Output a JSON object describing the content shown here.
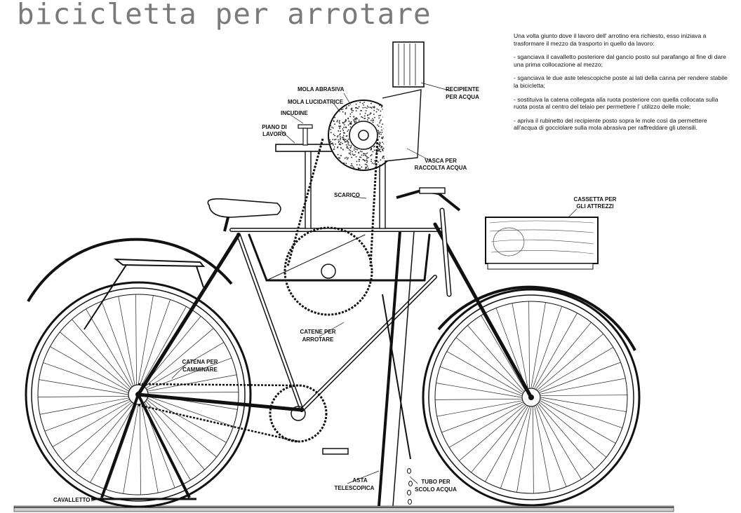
{
  "title": "bicicletta per arrotare",
  "description": {
    "intro": "Una volta giunto dove il lavoro dell' arrotino era richiesto, esso iniziava a trasformare il mezzo da trasporto in quello da lavoro:",
    "steps": [
      "-  sganciava il cavalletto posteriore dal gancio posto sul parafango al fine di dare una prima collocazione al mezzo;",
      "-  sganciava le due aste telescopiche poste ai lati della canna per rendere stabile la bicicletta;",
      "-  sostituiva la catena collegata alla ruota posteriore con quella collocata sulla ruota posta al centro del telaio per permettere l' utilizzo    delle mole;",
      "-  apriva il rubinetto del recipiente posto sopra le mole così da permettere all'acqua di gocciolare sulla mola abrasiva per raffreddare gli utensili."
    ]
  },
  "labels": {
    "mola_abrasiva": "MOLA ABRASIVA",
    "mola_lucidatrice": "MOLA LUCIDATRICE",
    "incudine": "INCUDINE",
    "piano_di_lavoro_1": "PIANO DI",
    "piano_di_lavoro_2": "LAVORO",
    "recipiente_1": "RECIPIENTE",
    "recipiente_2": "PER ACQUA",
    "vasca_1": "VASCA PER",
    "vasca_2": "RACCOLTA ACQUA",
    "scarico": "SCARICO",
    "cassetta_1": "CASSETTA PER",
    "cassetta_2": "GLI ATTREZZI",
    "catene_arrotare_1": "CATENE PER",
    "catene_arrotare_2": "ARROTARE",
    "catena_camminare_1": "CATENA PER",
    "catena_camminare_2": "CAMMINARE",
    "asta_1": "ASTA",
    "asta_2": "TELESCOPICA",
    "tubo_1": "TUBO  PER",
    "tubo_2": "SCOLO ACQUA",
    "cavalletto": "CAVALLETTO"
  }
}
